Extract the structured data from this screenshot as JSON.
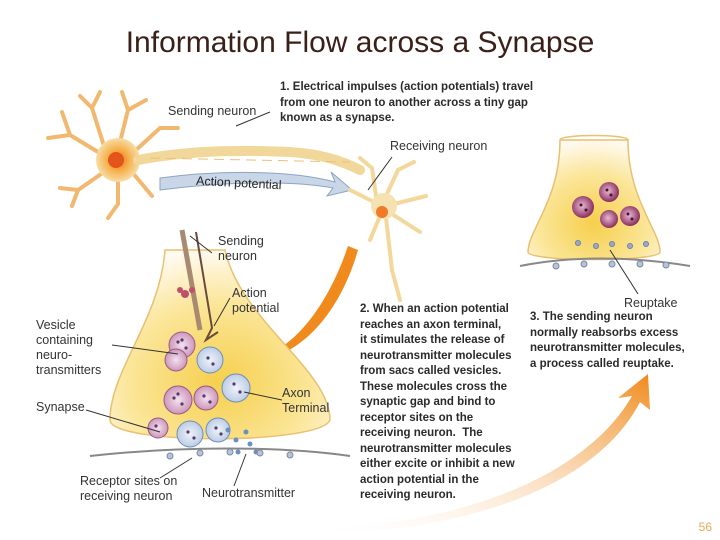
{
  "title": "Information Flow across a Synapse",
  "labels": {
    "sending_neuron_top": "Sending neuron",
    "receiving_neuron": "Receiving neuron",
    "action_potential_arrow": "Action potential",
    "sending_neuron_mid": "Sending\nneuron",
    "action_potential_mid": "Action\npotential",
    "vesicle": "Vesicle\ncontaining\nneuro-\ntransmitters",
    "synapse": "Synapse",
    "axon_terminal": "Axon\nTerminal",
    "receptor_sites": "Receptor sites on\nreceiving neuron",
    "neurotransmitter": "Neurotransmitter",
    "reuptake": "Reuptake"
  },
  "steps": {
    "step1": "1. Electrical impulses (action potentials) travel\nfrom one neuron to another across a tiny gap\nknown as a synapse.",
    "step2": "2. When an action potential\nreaches an axon terminal,\nit stimulates the release of\nneurotransmitter molecules\nfrom sacs called vesicles.\nThese molecules cross the\nsynaptic gap and bind to\nreceptor sites on the\nreceiving neuron.  The\nneurotransmitter molecules\neither excite or inhibit a new\naction potential in the\nreceiving neuron.",
    "step3": "3. The sending neuron\nnormally reabsorbs excess\nneurotransmitter molecules,\na process called reuptake."
  },
  "page_number": "56",
  "colors": {
    "neuron_orange": "#f0a040",
    "neuron_cream": "#f7ecc8",
    "terminal_glow": "#f8d25a",
    "arrow_orange": "#f08a1c",
    "vesicle_purple": "#8a3a66",
    "molecule_blue": "#6a8fc0"
  }
}
